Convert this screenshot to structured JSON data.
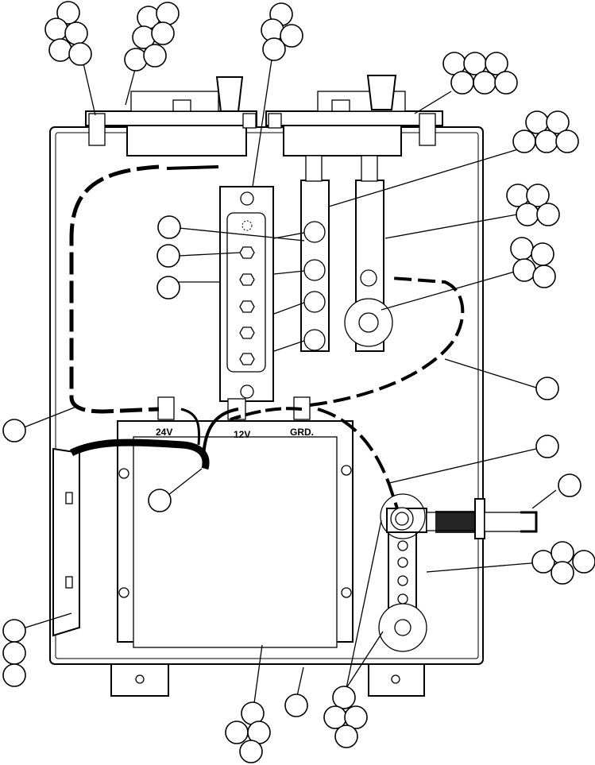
{
  "terminal_labels": {
    "v24": "24V",
    "v12": "12V",
    "grd": "GRD."
  },
  "colors": {
    "line": "#000000",
    "background": "#ffffff"
  }
}
